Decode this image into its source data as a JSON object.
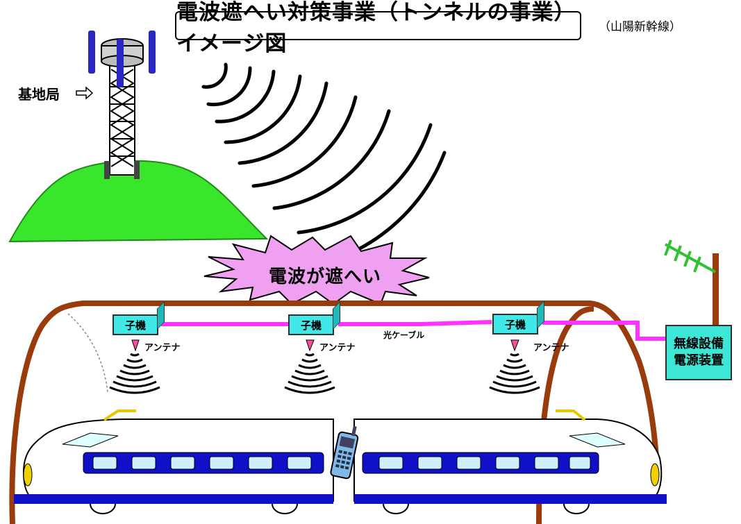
{
  "title": "電波遮へい対策事業（トンネルの事業）イメージ図",
  "subtitle": "（山陽新幹線）",
  "labels": {
    "base_station": "基地局",
    "blocked": "電波が遮へい",
    "optical_cable": "光ケーブル",
    "antenna": "アンテナ",
    "sub_unit": "子機",
    "power_line1": "無線設備",
    "power_line2": "電源装置"
  },
  "colors": {
    "hill": "#39e62b",
    "cable": "#ff33ff",
    "tunnel": "#9a3b0c",
    "unit": "#40e8e8",
    "train_window_band": "#1010c8",
    "burst": "#f0a0f0"
  },
  "icons": [
    "tower-icon",
    "radio-wave-icon",
    "antenna-cone-icon",
    "train-icon",
    "mobile-phone-icon",
    "mast-antenna-icon",
    "arrow-right-icon"
  ]
}
